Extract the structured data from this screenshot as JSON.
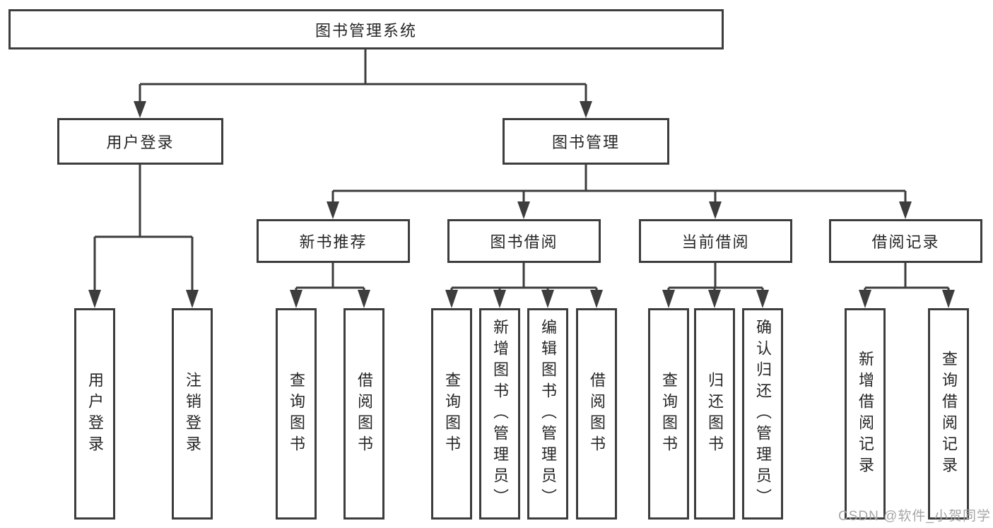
{
  "diagram": {
    "title": "图书管理系统",
    "root": "图书管理系统",
    "branches": [
      {
        "label": "用户登录",
        "children": [
          "用户登录",
          "注销登录"
        ]
      },
      {
        "label": "图书管理",
        "sections": [
          {
            "label": "新书推荐",
            "children": [
              "查询图书",
              "借阅图书"
            ]
          },
          {
            "label": "图书借阅",
            "children": [
              "查询图书",
              "新增图书（管理员）",
              "编辑图书（管理员）",
              "借阅图书"
            ]
          },
          {
            "label": "当前借阅",
            "children": [
              "查询图书",
              "归还图书",
              "确认归还（管理员）"
            ]
          },
          {
            "label": "借阅记录",
            "children": [
              "新增借阅记录",
              "查询借阅记录"
            ]
          }
        ]
      }
    ]
  },
  "watermark": "CSDN @软件_小贺同学",
  "colors": {
    "line": "#3d3d3d",
    "text": "#262626",
    "watermark": "#a6a6a6",
    "background": "#ffffff"
  }
}
